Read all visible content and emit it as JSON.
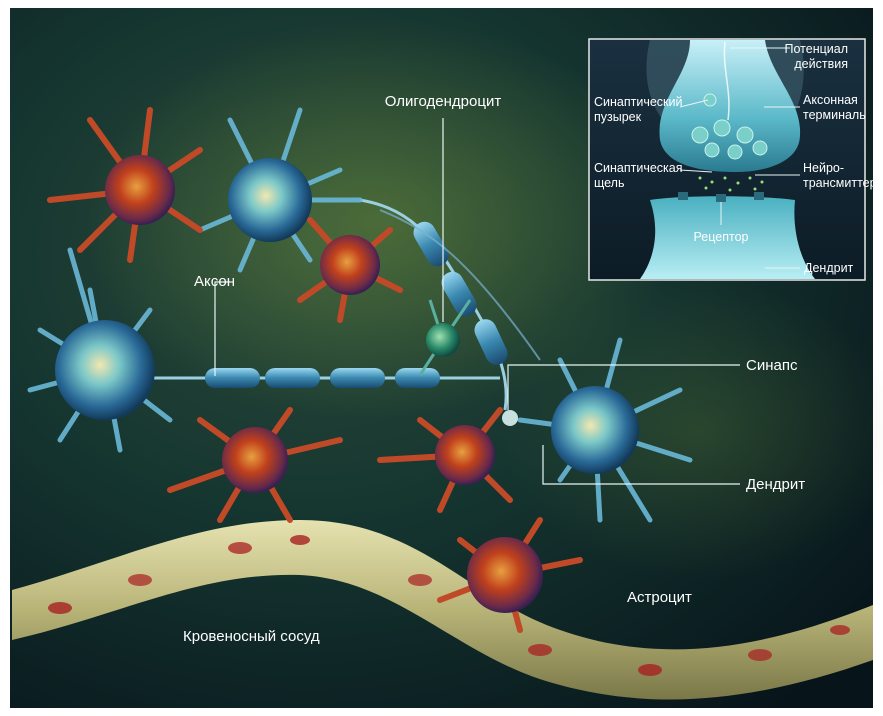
{
  "main_labels": {
    "oligodendrocyte": "Олигодендроцит",
    "axon": "Аксон",
    "synapse": "Синапс",
    "dendrite": "Дендрит",
    "astrocyte": "Астроцит",
    "blood_vessel": "Кровеносный сосуд"
  },
  "inset_labels": {
    "action_potential": [
      "Потенциал",
      "действия"
    ],
    "synaptic_vesicle": [
      "Синаптический",
      "пузырек"
    ],
    "axon_terminal": [
      "Аксонная",
      "терминаль"
    ],
    "synaptic_cleft": [
      "Синаптическая",
      "щель"
    ],
    "neurotransmitter": [
      "Нейро-",
      "трансмиттер"
    ],
    "receptor": "Рецептор",
    "dendrite": "Дендрит"
  },
  "colors": {
    "background": "#0f2a28",
    "neuron_blue": "#5fb8d8",
    "astrocyte_red": "#b0341c",
    "myelin": "#4aa0c0",
    "vessel": "#c8c890",
    "label": "#ffffff"
  }
}
